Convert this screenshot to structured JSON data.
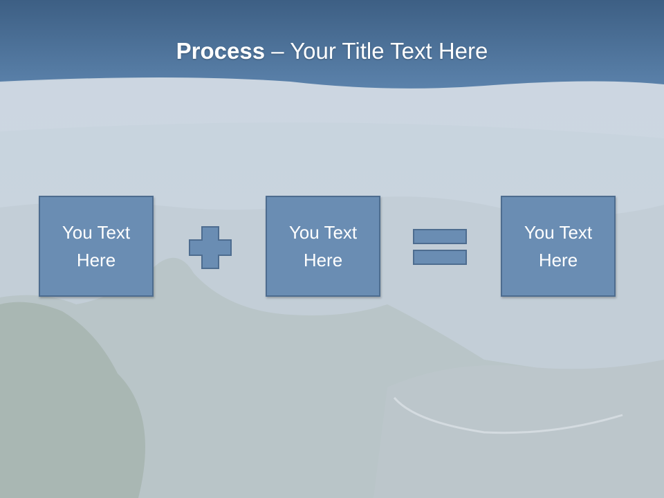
{
  "slide": {
    "title_bold": "Process",
    "title_rest": " – Your Title Text Here",
    "boxes": [
      {
        "label": "You Text Here"
      },
      {
        "label": "You Text Here"
      },
      {
        "label": "You Text Here"
      }
    ],
    "operators": [
      "plus-icon",
      "equals-icon"
    ]
  },
  "colors": {
    "header": "#4f76a0",
    "box_fill": "#6a8db3",
    "box_border": "#4d6c8f",
    "text": "#ffffff"
  }
}
